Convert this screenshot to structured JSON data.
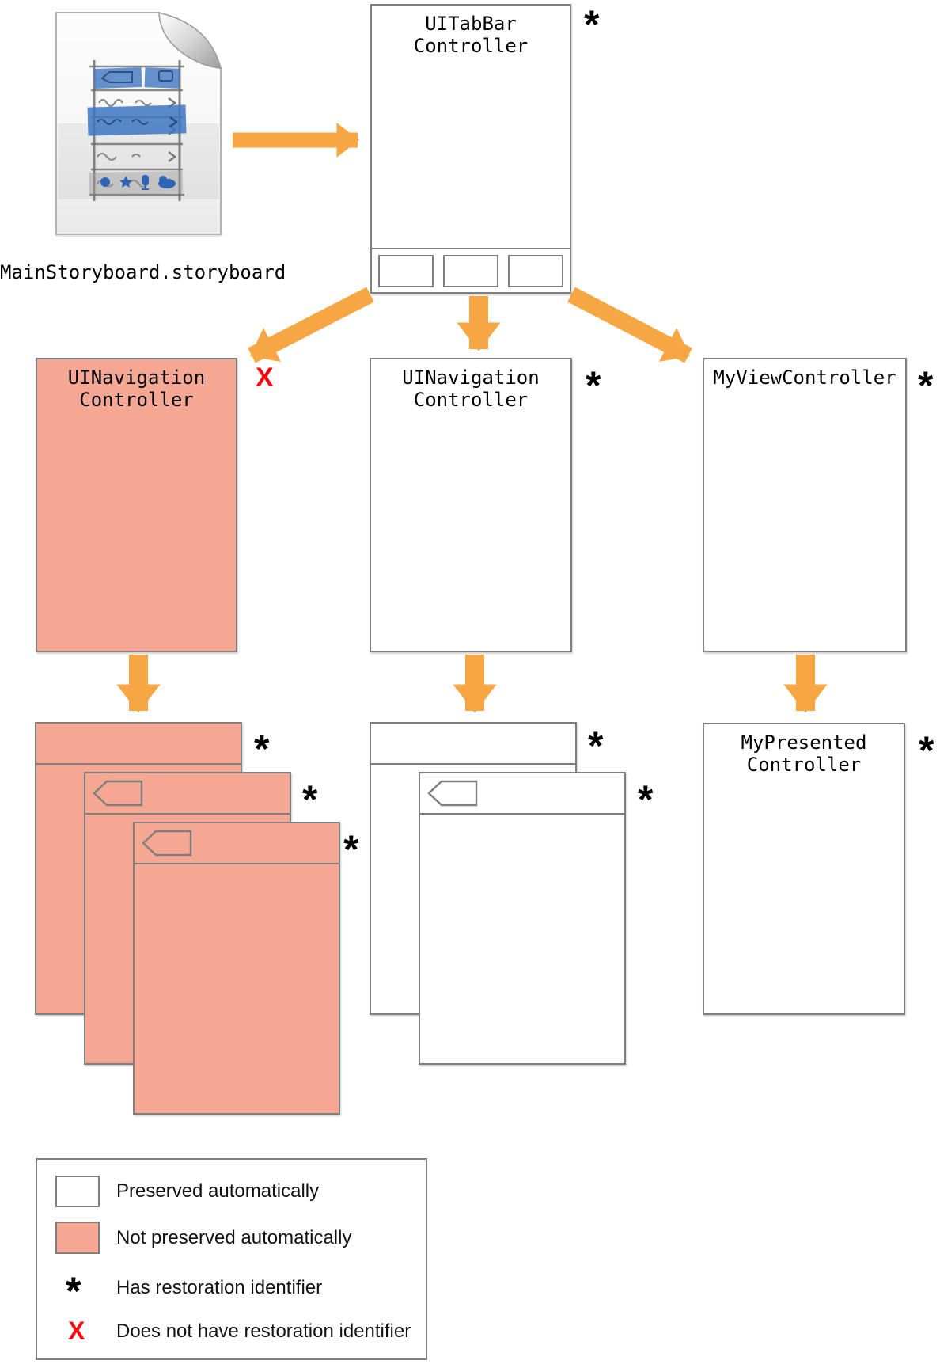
{
  "palette": {
    "arrow_orange": "#F6A743",
    "not_preserved_pink": "#F5A794",
    "box_border_gray": "#7e7e7e",
    "x_red": "#f60a12",
    "text_black": "#000000"
  },
  "file": {
    "label": "MainStoryboard.storyboard"
  },
  "nodes": {
    "tabbar": {
      "title_line1": "UITabBar",
      "title_line2": "Controller",
      "marker": "*"
    },
    "nav1": {
      "title_line1": "UINavigation",
      "title_line2": "Controller",
      "marker": "X"
    },
    "nav2": {
      "title_line1": "UINavigation",
      "title_line2": "Controller",
      "marker": "*"
    },
    "myvc": {
      "title": "MyViewController",
      "marker": "*"
    },
    "mypresented": {
      "title_line1": "MyPresented",
      "title_line2": "Controller",
      "marker": "*"
    }
  },
  "stacks": {
    "nav1": {
      "markers": [
        "*",
        "*",
        "*"
      ]
    },
    "nav2": {
      "markers": [
        "*",
        "*"
      ]
    }
  },
  "legend": {
    "items": [
      {
        "swatch": "white",
        "label": "Preserved automatically"
      },
      {
        "swatch": "pink",
        "label": "Not preserved automatically"
      },
      {
        "symbol": "*",
        "label": "Has restoration identifier"
      },
      {
        "symbol": "X",
        "label": "Does not have restoration identifier"
      }
    ]
  }
}
